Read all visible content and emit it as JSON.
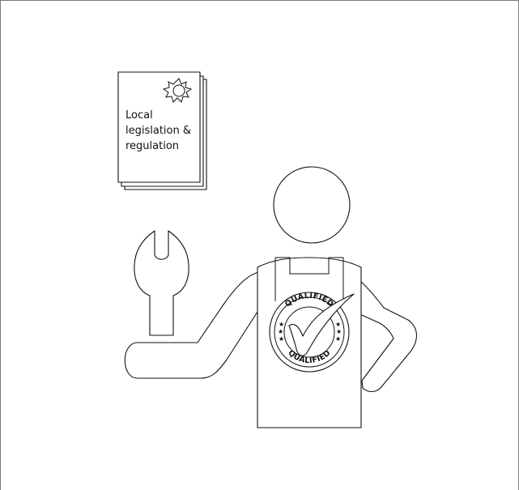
{
  "document": {
    "lines": [
      "Local",
      "legislation &",
      "regulation"
    ],
    "icon": "sun-icon"
  },
  "badge": {
    "top_text": "QUALIFIED",
    "bottom_text": "QUALIFIED",
    "icon": "checkmark-icon"
  },
  "tool": {
    "icon": "wrench-icon"
  },
  "colors": {
    "stroke": "#111111",
    "frame": "#7a7a7a",
    "background": "#ffffff"
  }
}
